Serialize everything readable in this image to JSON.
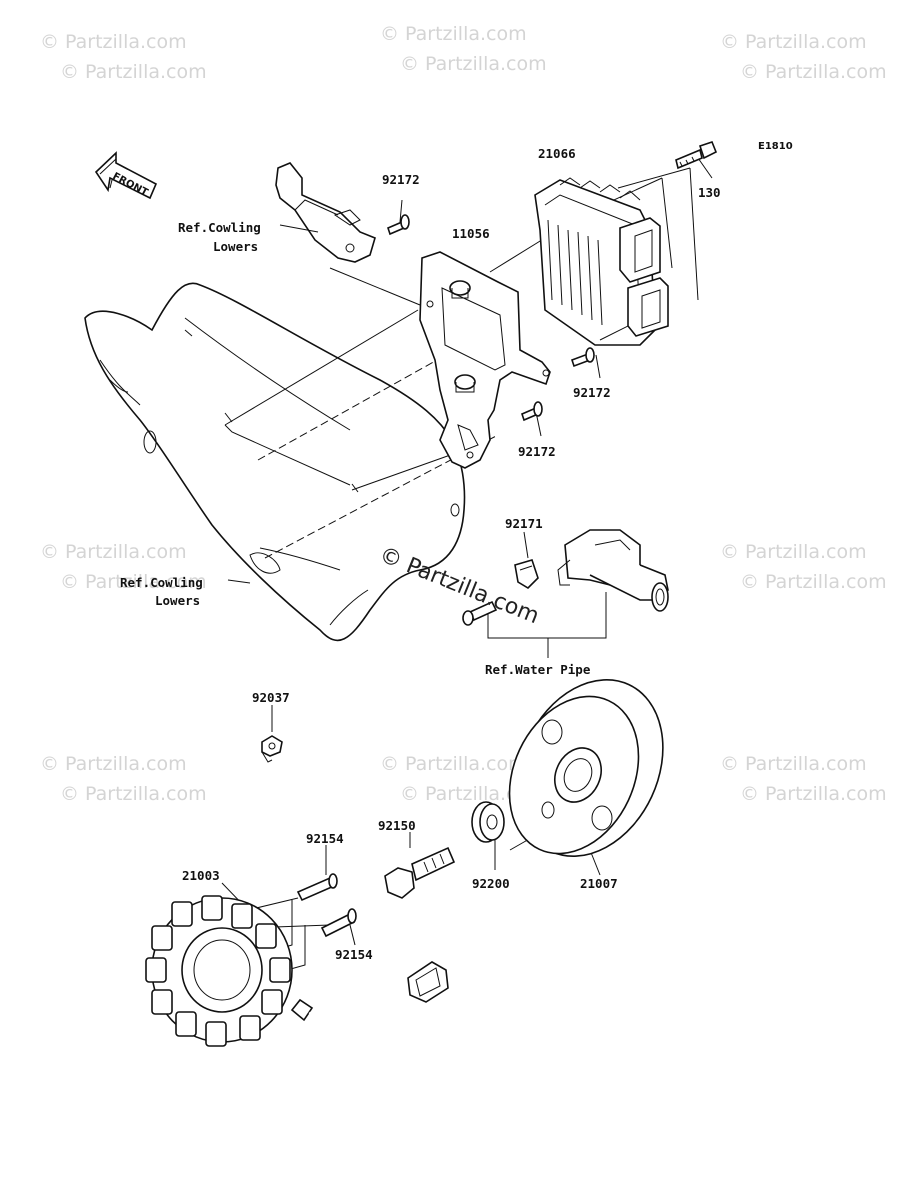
{
  "diagram_code": "E1810",
  "front_arrow_label": "FRONT",
  "watermark": "© Partzilla.com",
  "watermark_center": "© Partzilla.com",
  "part_labels": {
    "p21066": "21066",
    "p130": "130",
    "p92172_top": "92172",
    "p11056": "11056",
    "p92172_right": "92172",
    "p92172_lower": "92172",
    "p92171": "92171",
    "p92037": "92037",
    "p92150": "92150",
    "p92200": "92200",
    "p21007": "21007",
    "p92154_top": "92154",
    "p21003": "21003",
    "p92154_bottom": "92154"
  },
  "ref_labels": {
    "cowling_top_line1": "Ref.Cowling",
    "cowling_top_line2": "Lowers",
    "cowling_mid_line1": "Ref.Cowling",
    "cowling_mid_line2": "Lowers",
    "water_pipe": "Ref.Water Pipe"
  }
}
